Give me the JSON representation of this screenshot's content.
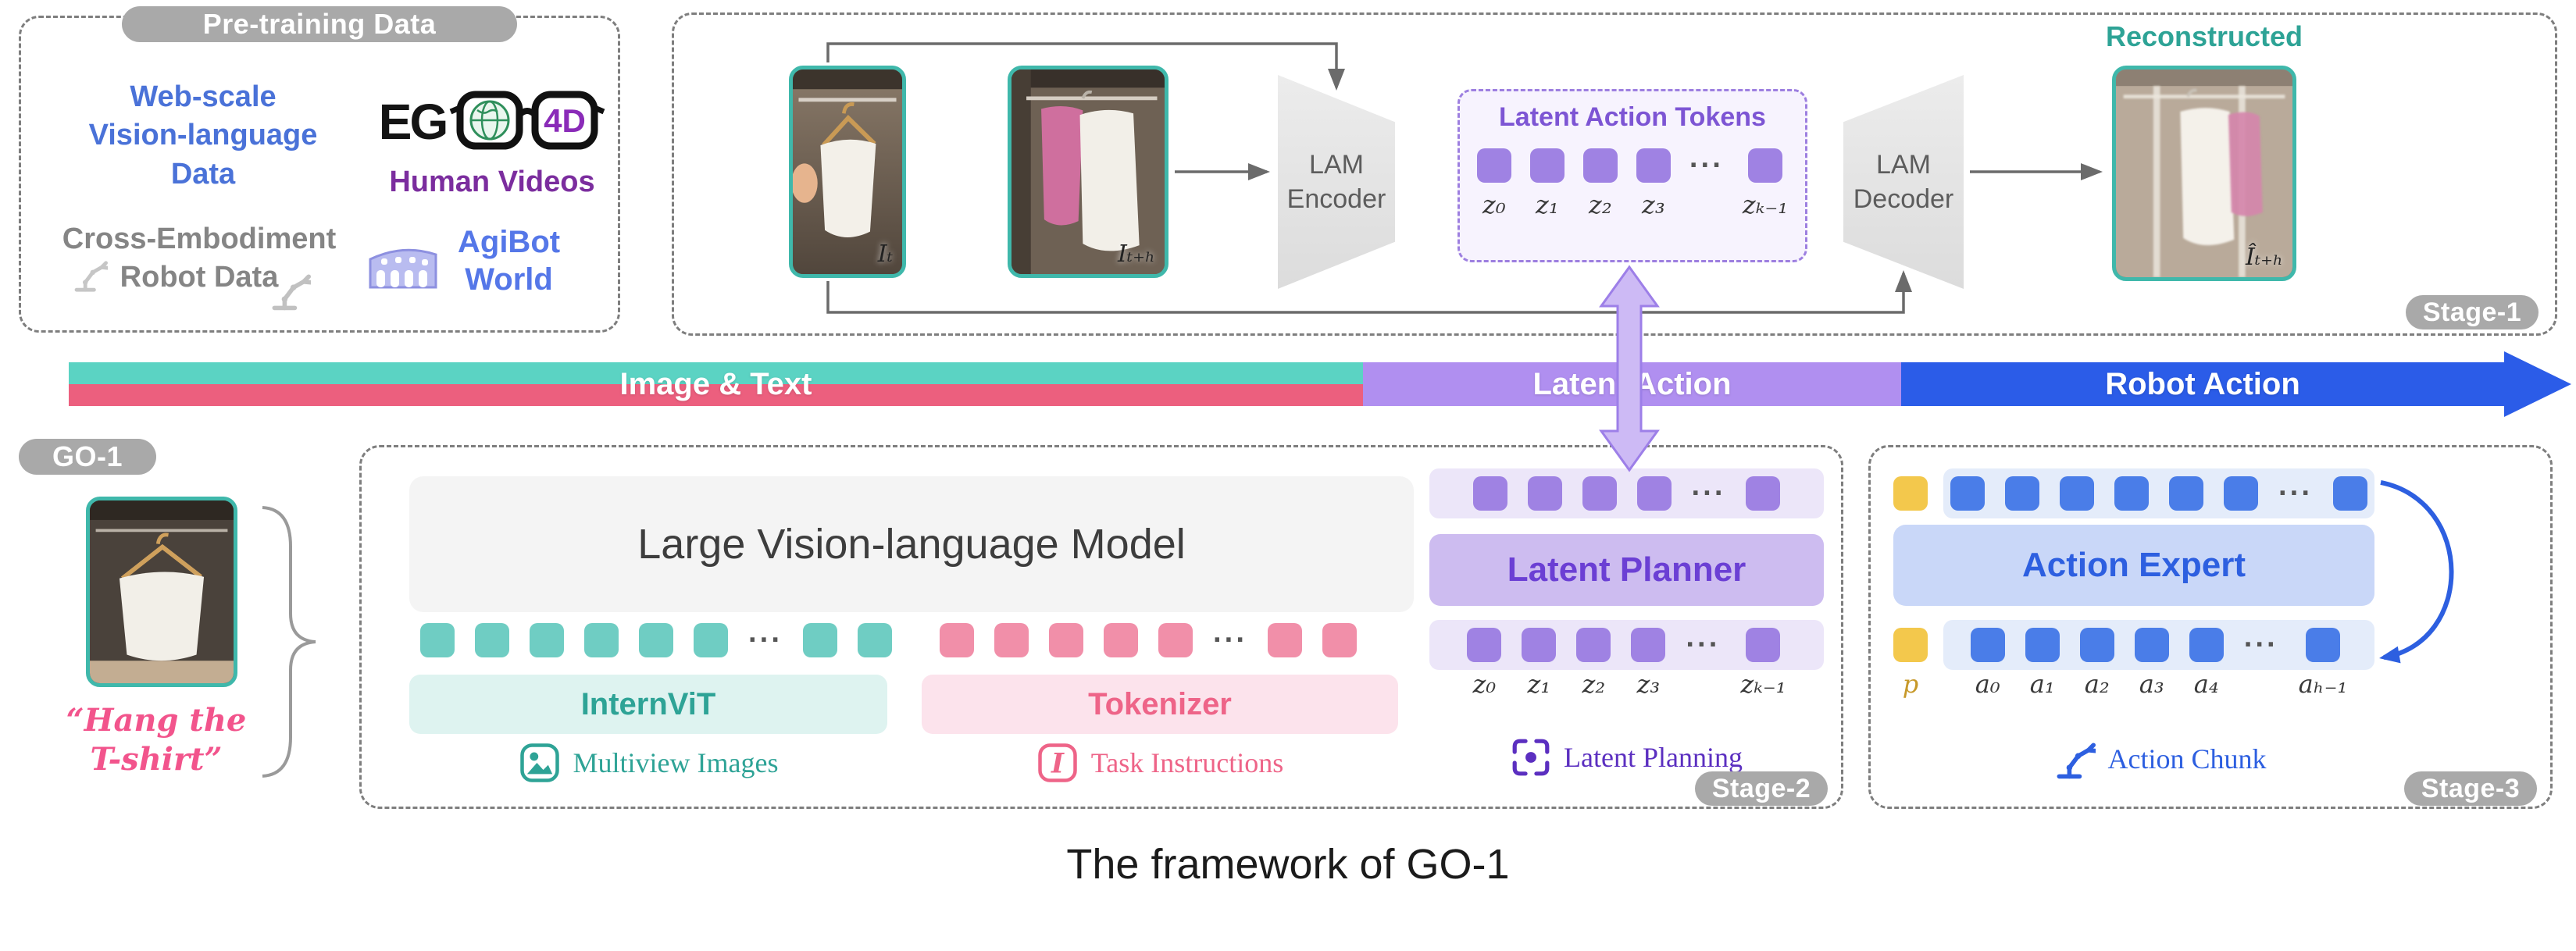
{
  "caption": "The framework of GO-1",
  "colors": {
    "teal": "#2EA396",
    "teal_band": "#5BD3C3",
    "pink": "#EE6488",
    "pink_band": "#EC5F7E",
    "purple": "#7D55D4",
    "purple_band": "#B08FF0",
    "blue": "#2D5FE0",
    "blue_band": "#2B5CE8",
    "yellow": "#F3C84C",
    "badge_gray": "#A9A9A9"
  },
  "pretraining": {
    "title": "Pre-training Data",
    "web_data": "Web-scale\nVision-language\nData",
    "ego_left": "EG",
    "ego_right": "4D",
    "human_videos": "Human Videos",
    "cross_embodiment": "Cross-Embodiment\nRobot Data",
    "agibot_world": "AgiBot\nWorld"
  },
  "stage1": {
    "badge": "Stage-1",
    "img_current_label": "Iₜ",
    "img_future_label": "Iₜ₊ₕ",
    "encoder": "LAM\nEncoder",
    "decoder": "LAM\nDecoder",
    "tokens_title": "Latent Action Tokens",
    "tokens": [
      {
        "t": "sq",
        "label": "z₀"
      },
      {
        "t": "sq",
        "label": "z₁"
      },
      {
        "t": "sq",
        "label": "z₂"
      },
      {
        "t": "sq",
        "label": "z₃"
      },
      {
        "t": "dots",
        "label": ""
      },
      {
        "t": "sq",
        "label": "zₖ₋₁"
      }
    ],
    "reconstructed_title": "Reconstructed",
    "img_recon_label": "Îₜ₊ₕ"
  },
  "band": {
    "image_text": "Image & Text",
    "latent_action": "Latent Action",
    "robot_action": "Robot Action"
  },
  "go1": {
    "badge": "GO-1",
    "instruction": "“Hang the\nT-shirt”"
  },
  "stage2": {
    "lvm_title": "Large Vision-language Model",
    "vision_tokens": [
      "sq",
      "sq",
      "sq",
      "sq",
      "sq",
      "sq",
      "dots",
      "sq",
      "sq"
    ],
    "text_tokens": [
      "sq",
      "sq",
      "sq",
      "sq",
      "sq",
      "dots",
      "sq",
      "sq"
    ],
    "internvit": "InternViT",
    "tokenizer": "Tokenizer",
    "multiview_caption": "Multiview Images",
    "task_caption": "Task Instructions",
    "task_icon_glyph": "I",
    "planner_input_tokens": [
      "sq",
      "sq",
      "sq",
      "sq",
      "dots",
      "sq"
    ],
    "planner_title": "Latent Planner",
    "planner_output_tokens": [
      {
        "t": "sq",
        "label": "z₀"
      },
      {
        "t": "sq",
        "label": "z₁"
      },
      {
        "t": "sq",
        "label": "z₂"
      },
      {
        "t": "sq",
        "label": "z₃"
      },
      {
        "t": "dots",
        "label": ""
      },
      {
        "t": "sq",
        "label": "zₖ₋₁"
      }
    ],
    "planning_caption": "Latent Planning",
    "badge": "Stage-2"
  },
  "stage3": {
    "badge": "Stage-3",
    "top_state": [
      "sq"
    ],
    "top_tokens": [
      "sq",
      "sq",
      "sq",
      "sq",
      "sq",
      "sq",
      "dots",
      "sq"
    ],
    "expert_title": "Action Expert",
    "bottom_state": [
      {
        "t": "sq",
        "label": "p"
      }
    ],
    "bottom_tokens": [
      {
        "t": "sq",
        "label": "a₀"
      },
      {
        "t": "sq",
        "label": "a₁"
      },
      {
        "t": "sq",
        "label": "a₂"
      },
      {
        "t": "sq",
        "label": "a₃"
      },
      {
        "t": "sq",
        "label": "a₄"
      },
      {
        "t": "dots",
        "label": ""
      },
      {
        "t": "sq",
        "label": "aₕ₋₁"
      }
    ],
    "chunk_caption": "Action Chunk"
  }
}
